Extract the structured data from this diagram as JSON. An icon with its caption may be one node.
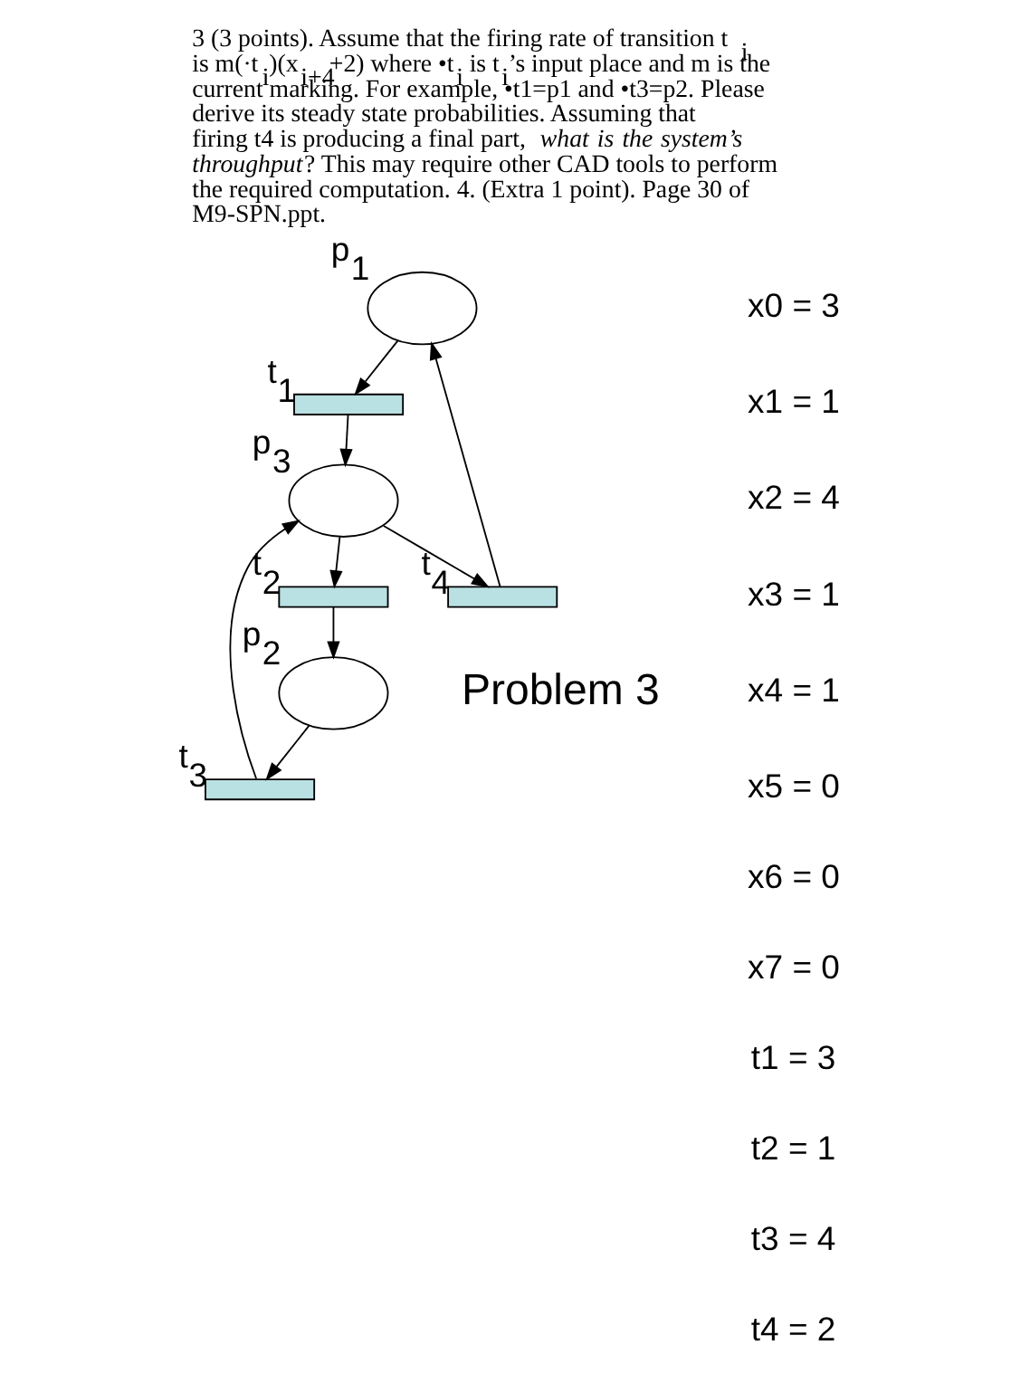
{
  "diagram": {
    "title": "3 (3 points). Assume that the firing rate of transition t$_{i}$ is m(·t$_{i}$)(x$_{i+4}$+2) where •t$_{i}$ is t$_{i}$’s input place and m is the current marking. For example, •t1=p1 and •t3=p2. Please derive its steady state probabilities. Assuming that firing t4 is producing a final part, *what is the system’s throughput*? This may require other CAD tools to perform the required computation. 4. (Extra 1 point). Page 30 of M9-SPN.ppt.",
    "nodes": [
      {
        "text": [
          "p$_{1}$"
        ]
      },
      {
        "text": [
          "t$_{1}$"
        ]
      },
      {
        "text": [
          "t$_{2}$"
        ]
      },
      {
        "text": [
          "p$_{2}$"
        ]
      },
      {
        "text": [
          "t$_{3}$"
        ]
      },
      {
        "text": [
          "p$_{3}$"
        ]
      },
      {
        "text": [
          "t$_{4}$"
        ]
      }
    ],
    "edges": [
      {
        "from": 0,
        "to": 1,
        "arrow": "to"
      },
      {
        "from": 1,
        "to": 5,
        "arrow": "to"
      },
      {
        "from": 5,
        "to": 2,
        "arrow": "to"
      },
      {
        "from": 2,
        "to": 3,
        "arrow": "to"
      },
      {
        "from": 3,
        "to": 4,
        "arrow": "to"
      },
      {
        "from": 4,
        "to": 5,
        "arrow": "to"
      },
      {
        "from": 5,
        "to": 6,
        "arrow": "to"
      },
      {
        "from": 6,
        "to": 0,
        "arrow": "to"
      }
    ],
    "labels": [
      "x0 = 3",
      "x1 = 1",
      "x2 = 4",
      "x3 = 1",
      "x4 = 1",
      "x5 = 0",
      "x6 = 0",
      "x7 = 0",
      "t1 = 3",
      "t2 = 1",
      "t3 = 4",
      "t4 = 2",
      "Problem 3"
    ]
  }
}
